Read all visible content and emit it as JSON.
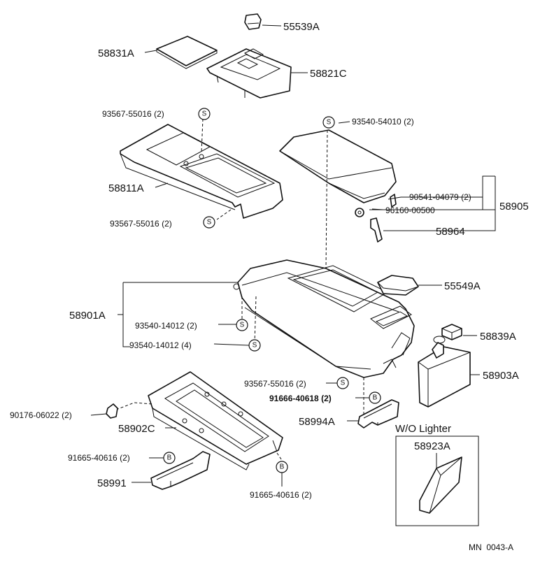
{
  "labels": {
    "p55539A": "55539A",
    "p58831A": "58831A",
    "p58821C": "58821C",
    "p93567_top": "93567-55016 (2)",
    "p93540_54010": "93540-54010 (2)",
    "p58811A": "58811A",
    "p90541": "90541-04079 (2)",
    "p58905": "58905",
    "p96160": "96160-00500",
    "p93567_mid": "93567-55016 (2)",
    "p58964": "58964",
    "p55549A": "55549A",
    "p58901A": "58901A",
    "p93540_14012_2": "93540-14012 (2)",
    "p93540_14012_4": "93540-14012 (4)",
    "p58839A": "58839A",
    "p58903A": "58903A",
    "p93567_low": "93567-55016 (2)",
    "p91666": "91666-40618 (2)",
    "p90176": "90176-06022 (2)",
    "p58994A": "58994A",
    "p58902C": "58902C",
    "wo_lighter": "W/O Lighter",
    "p58923A": "58923A",
    "p91665_left": "91665-40616 (2)",
    "p58991": "58991",
    "p91665_right": "91665-40616 (2)",
    "ref_code": "MN  0043-A"
  },
  "symbols": {
    "s": "S",
    "b": "B"
  }
}
